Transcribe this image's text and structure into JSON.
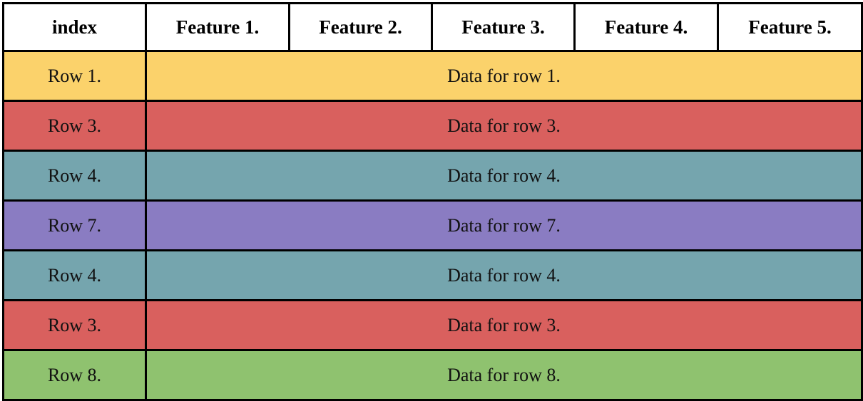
{
  "table": {
    "columns": [
      {
        "key": "index",
        "label": "index"
      },
      {
        "key": "f1",
        "label": "Feature 1."
      },
      {
        "key": "f2",
        "label": "Feature 2."
      },
      {
        "key": "f3",
        "label": "Feature 3."
      },
      {
        "key": "f4",
        "label": "Feature 4."
      },
      {
        "key": "f5",
        "label": "Feature 5."
      }
    ],
    "rows": [
      {
        "index": "Row 1.",
        "data": "Data for row 1.",
        "color": "#fbd26b"
      },
      {
        "index": "Row 3.",
        "data": "Data for row 3.",
        "color": "#d9605e"
      },
      {
        "index": "Row 4.",
        "data": "Data for row 4.",
        "color": "#75a5ae"
      },
      {
        "index": "Row 7.",
        "data": "Data for row 7.",
        "color": "#8a7cc2"
      },
      {
        "index": "Row 4.",
        "data": "Data for row 4.",
        "color": "#75a5ae"
      },
      {
        "index": "Row 3.",
        "data": "Data for row 3.",
        "color": "#d9605e"
      },
      {
        "index": "Row 8.",
        "data": "Data for row 8.",
        "color": "#8fc26f"
      }
    ],
    "colors": {
      "yellow": "#fbd26b",
      "red": "#d9605e",
      "teal": "#75a5ae",
      "purple": "#8a7cc2",
      "green": "#8fc26f",
      "border": "#000000",
      "header_background": "#ffffff",
      "text": "#111111",
      "page_background": "#ffffff"
    },
    "data_span_columns": 5
  }
}
